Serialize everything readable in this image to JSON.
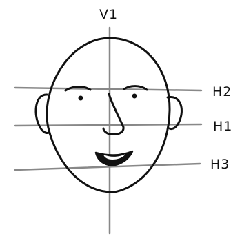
{
  "diagram": {
    "labels": {
      "vertical": "V1",
      "h_top": "H2",
      "h_middle": "H1",
      "h_bottom": "H3"
    },
    "colors": {
      "ink": "#111111",
      "guides": "#888888",
      "background": "#ffffff"
    }
  }
}
